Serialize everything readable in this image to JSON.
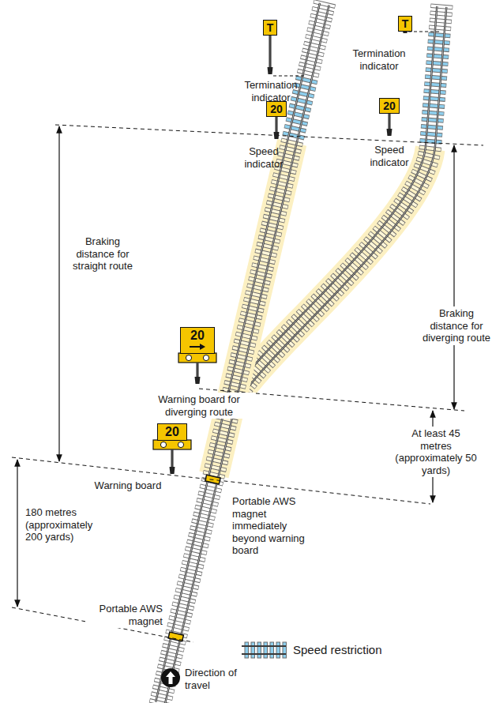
{
  "diagram": {
    "nodes": [
      {
        "text": [
          "T"
        ]
      },
      {
        "text": [
          "T"
        ]
      },
      {
        "text": [
          "20"
        ]
      },
      {
        "text": [
          "20"
        ]
      },
      {
        "text": [
          "20"
        ]
      },
      {
        "text": [
          "20"
        ]
      }
    ],
    "labels": [
      "Termination indicator",
      "Termination indicator",
      "Speed indicator",
      "Speed indicator",
      "Braking distance for straight route",
      "Braking distance for diverging route",
      "Warning board for diverging route",
      "Warning board",
      "At least 45 metres (approximately 50 yards)",
      "Portable AWS magnet immediately beyond warning board",
      "180 metres (approximately 200 yards)",
      "Portable AWS magnet",
      "Direction of travel"
    ],
    "legend": [
      {
        "text": "Speed restriction",
        "color": "#8ecfee"
      }
    ]
  }
}
